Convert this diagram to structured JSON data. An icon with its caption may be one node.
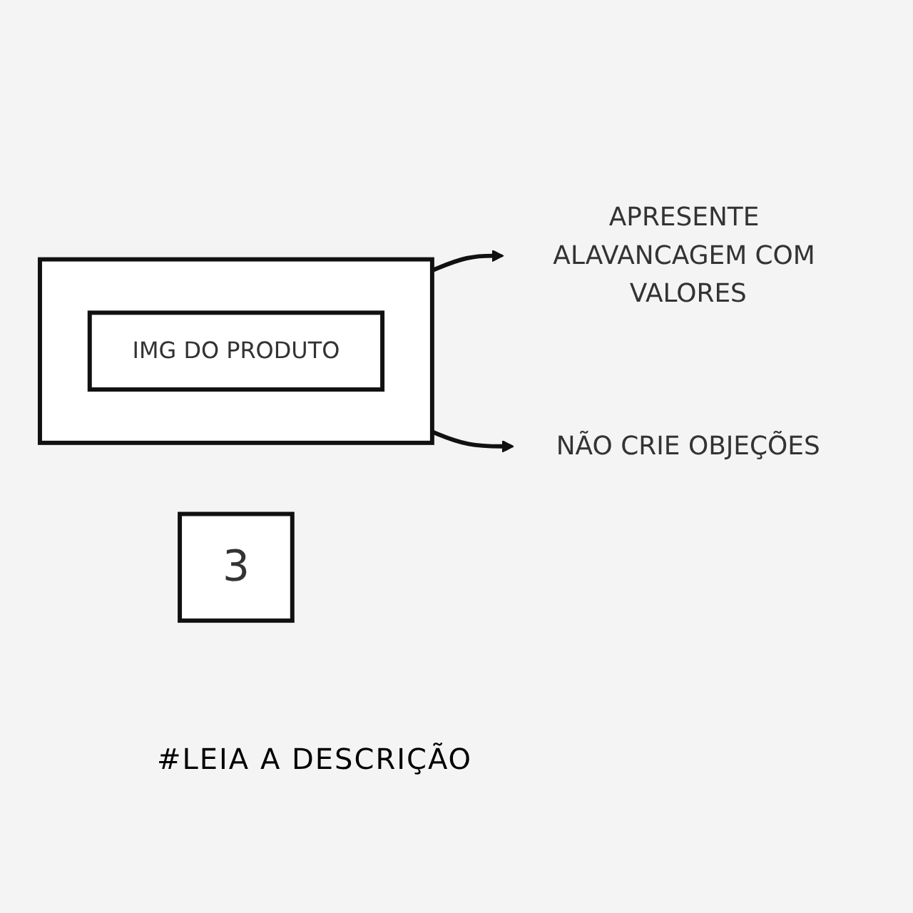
{
  "diagram": {
    "nodes": [
      {
        "text": [
          "3"
        ]
      },
      {
        "text": [],
        "shape": "box"
      },
      {
        "text": [
          "IMG DO PRODUTO"
        ],
        "in": 1
      },
      {
        "text": [
          "APRESENTE ALAVANCAGEM COM VALORES"
        ]
      },
      {
        "text": [
          "NÃO CRIE OBJEÇÕES"
        ]
      }
    ],
    "edges": [
      {
        "from": 1,
        "to": 3,
        "arrow": "to"
      },
      {
        "from": 1,
        "to": 4,
        "arrow": "to"
      }
    ],
    "labels": [
      "#LEIA A DESCRIÇÃO"
    ]
  }
}
